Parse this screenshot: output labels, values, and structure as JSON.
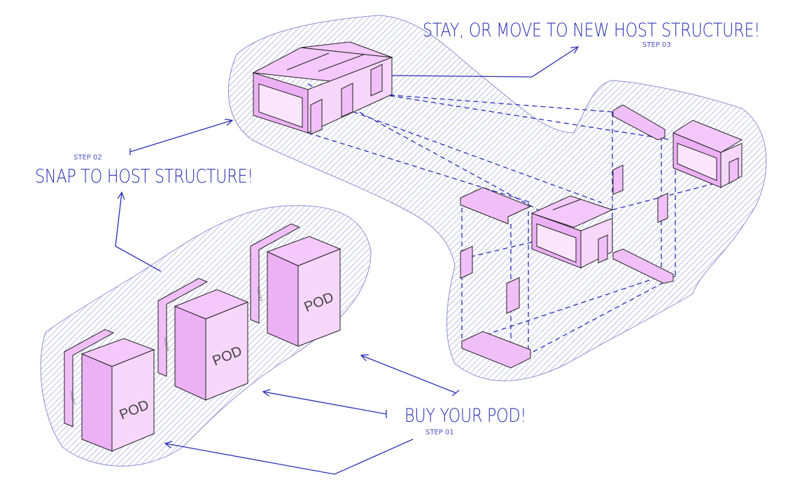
{
  "steps": [
    {
      "step_label": "STEP 01",
      "title": "BUY YOUR POD!"
    },
    {
      "step_label": "STEP 02",
      "title": "SNAP TO HOST STRUCTURE!"
    },
    {
      "step_label": "STEP 03",
      "title": "STAY, OR MOVE TO NEW HOST STRUCTURE!"
    }
  ],
  "pods": [
    {
      "label": "POD",
      "entry": "ENTRY"
    },
    {
      "label": "POD",
      "entry": "ENTRY"
    },
    {
      "label": "POD",
      "entry": "ENTRY"
    }
  ],
  "colors": {
    "text": "#2b2fb3",
    "pod_fill": "#f4c8fb",
    "hatch": "#8d8fd0"
  }
}
